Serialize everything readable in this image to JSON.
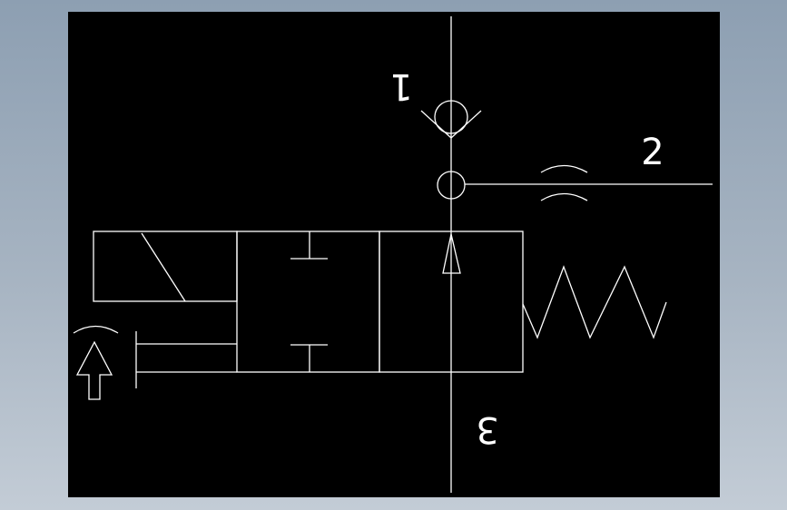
{
  "diagram": {
    "type": "pneumatic 3/2 solenoid valve symbol",
    "colors": {
      "outer_background": "#9aaabb",
      "canvas": "#000000",
      "stroke": "#ffffff"
    },
    "port_labels": {
      "port1": "1",
      "port2": "2",
      "port3": "3"
    }
  }
}
